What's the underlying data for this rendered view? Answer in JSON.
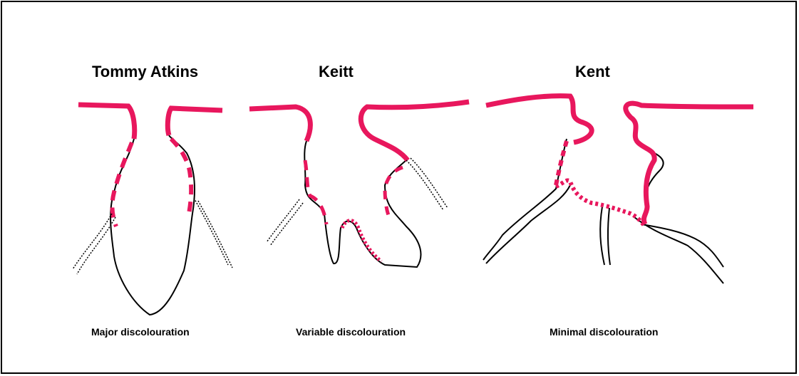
{
  "panels": [
    {
      "title": "Tommy Atkins",
      "caption": "Major discolouration"
    },
    {
      "title": "Keitt",
      "caption": "Variable discolouration"
    },
    {
      "title": "Kent",
      "caption": "Minimal discolouration"
    }
  ],
  "colors": {
    "discolouration": "#e8175d",
    "outline": "#000000",
    "background": "#ffffff"
  }
}
